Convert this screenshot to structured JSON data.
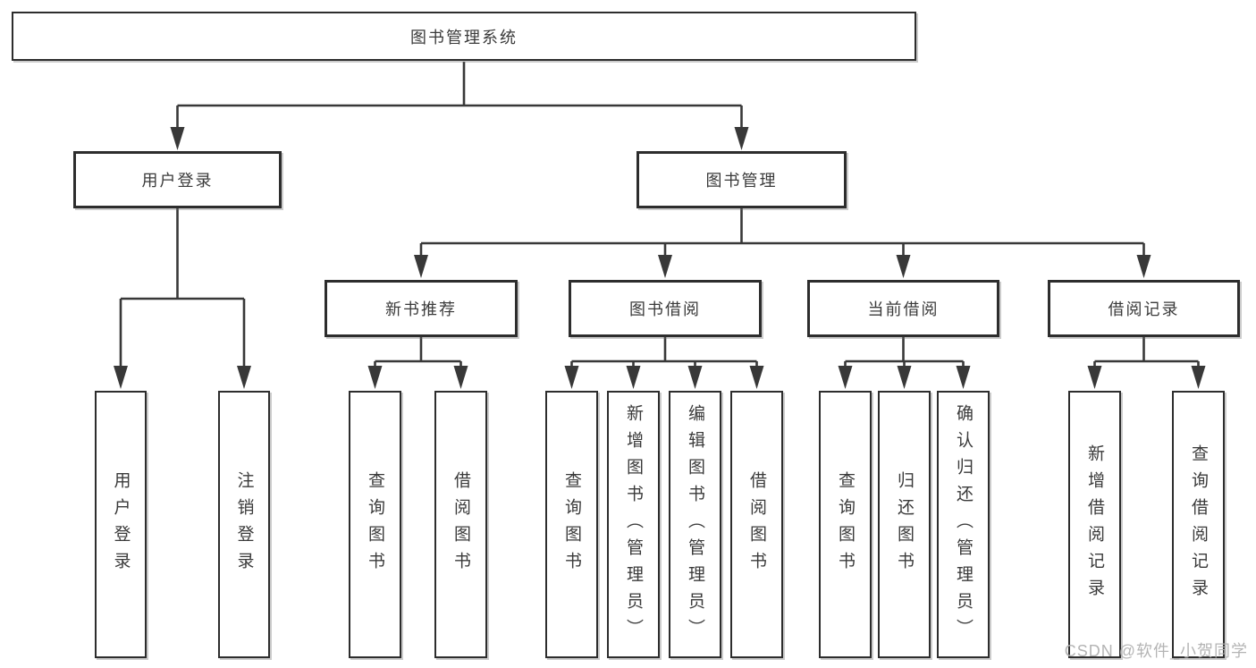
{
  "tree": {
    "root": {
      "label": "图书管理系统"
    },
    "level2": [
      {
        "label": "用户登录"
      },
      {
        "label": "图书管理"
      }
    ],
    "level3": [
      {
        "label": "新书推荐"
      },
      {
        "label": "图书借阅"
      },
      {
        "label": "当前借阅"
      },
      {
        "label": "借阅记录"
      }
    ],
    "leaves": {
      "login": [
        {
          "label": "用户登录"
        },
        {
          "label": "注销登录"
        }
      ],
      "recommend": [
        {
          "label": "查询图书"
        },
        {
          "label": "借阅图书"
        }
      ],
      "borrow": [
        {
          "label": "查询图书"
        },
        {
          "label": "新增图书（管理员）"
        },
        {
          "label": "编辑图书（管理员）"
        },
        {
          "label": "借阅图书"
        }
      ],
      "current": [
        {
          "label": "查询图书"
        },
        {
          "label": "归还图书"
        },
        {
          "label": "确认归还（管理员）"
        }
      ],
      "record": [
        {
          "label": "新增借阅记录"
        },
        {
          "label": "查询借阅记录"
        }
      ]
    }
  },
  "watermark": {
    "text": "CSDN @软件_小贺同学"
  },
  "colors": {
    "line": "#383838",
    "box_border": "#2d2d2d",
    "box_fill": "#ffffff",
    "text": "#3a3a3a",
    "watermark": "#b0b0b0"
  }
}
